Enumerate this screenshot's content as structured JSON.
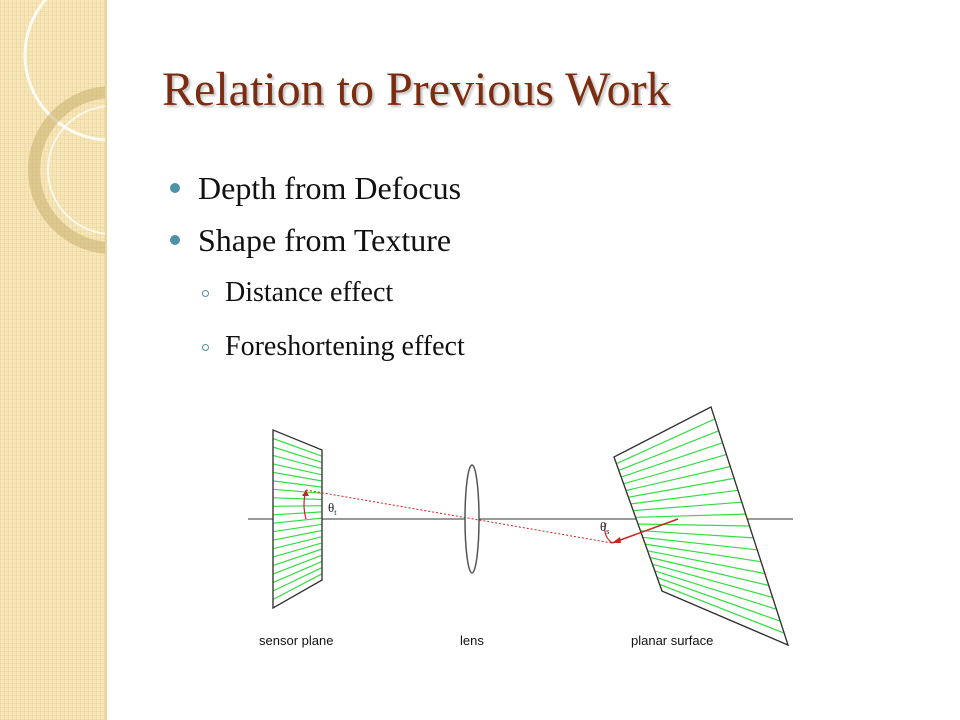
{
  "slide": {
    "title": "Relation to Previous Work",
    "bullets": [
      {
        "text": "Depth from Defocus"
      },
      {
        "text": "Shape from Texture"
      }
    ],
    "sub_bullets": [
      {
        "text": "Distance effect"
      },
      {
        "text": "Foreshortening effect"
      }
    ]
  },
  "diagram": {
    "labels": {
      "sensor_plane": "sensor plane",
      "lens": "lens",
      "planar_surface": "planar surface",
      "theta": "θ",
      "theta_t_sub": "t",
      "theta_s_sub": "s"
    },
    "colors": {
      "texture_lines": "#33dd44",
      "ray": "#cc2222",
      "axis": "#333333"
    }
  },
  "colors": {
    "title": "#7a2d10",
    "bullet_marker": "#4d92a7",
    "sidebar": "#f6e6b8"
  }
}
